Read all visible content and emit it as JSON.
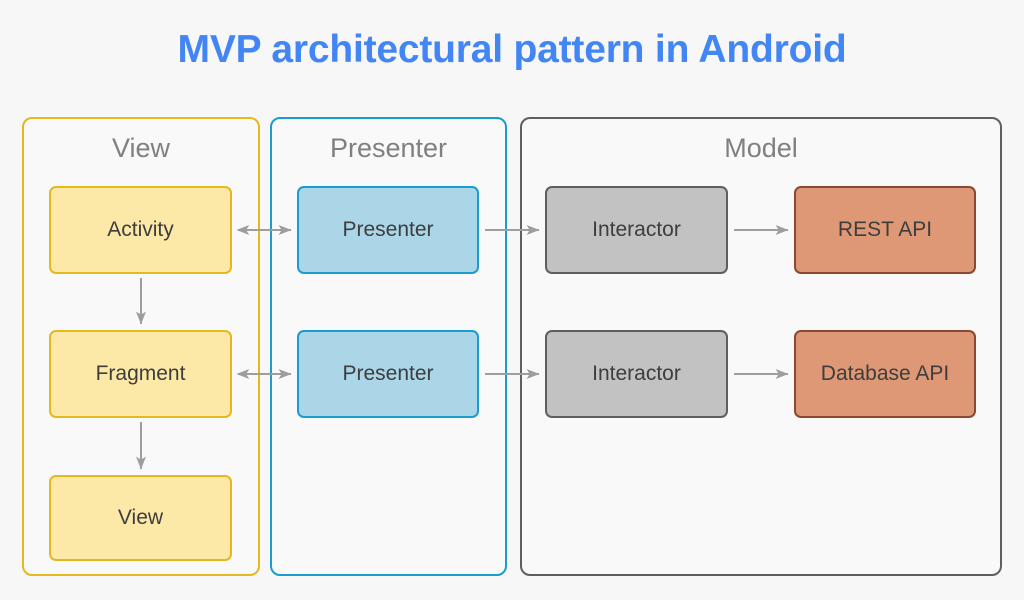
{
  "title": "MVP architectural pattern in Android",
  "colors": {
    "background": "#f7f7f7",
    "title_blue": "#4285f4",
    "header_gray": "#808080",
    "view_border": "#e6b820",
    "view_fill": "#fce9a8",
    "presenter_border": "#1b9cd0",
    "presenter_fill": "#abd6e8",
    "model_border": "#5f5f5f",
    "interactor_fill": "#c2c2c2",
    "interactor_border": "#5f5f5f",
    "api_fill": "#de9875",
    "api_border": "#8b4a30",
    "arrow_gray": "#9e9e9e",
    "node_text": "#3d3d3d"
  },
  "columns": [
    {
      "id": "view",
      "header": "View",
      "nodes": [
        {
          "id": "activity",
          "label": "Activity"
        },
        {
          "id": "fragment",
          "label": "Fragment"
        },
        {
          "id": "view",
          "label": "View"
        }
      ]
    },
    {
      "id": "presenter",
      "header": "Presenter",
      "nodes": [
        {
          "id": "presenter-1",
          "label": "Presenter"
        },
        {
          "id": "presenter-2",
          "label": "Presenter"
        }
      ]
    },
    {
      "id": "model",
      "header": "Model",
      "nodes": [
        {
          "id": "interactor-1",
          "label": "Interactor"
        },
        {
          "id": "interactor-2",
          "label": "Interactor"
        },
        {
          "id": "rest-api",
          "label": "REST API"
        },
        {
          "id": "database-api",
          "label": "Database API"
        }
      ]
    }
  ],
  "connections": [
    {
      "id": "activity-presenter",
      "from": "activity",
      "to": "presenter-1",
      "direction": "bidirectional"
    },
    {
      "id": "fragment-presenter",
      "from": "fragment",
      "to": "presenter-2",
      "direction": "bidirectional"
    },
    {
      "id": "presenter1-interactor1",
      "from": "presenter-1",
      "to": "interactor-1",
      "direction": "forward"
    },
    {
      "id": "presenter2-interactor2",
      "from": "presenter-2",
      "to": "interactor-2",
      "direction": "forward"
    },
    {
      "id": "interactor1-restapi",
      "from": "interactor-1",
      "to": "rest-api",
      "direction": "forward"
    },
    {
      "id": "interactor2-databaseapi",
      "from": "interactor-2",
      "to": "database-api",
      "direction": "forward"
    },
    {
      "id": "activity-fragment",
      "from": "activity",
      "to": "fragment",
      "direction": "forward"
    },
    {
      "id": "fragment-view",
      "from": "fragment",
      "to": "view",
      "direction": "forward"
    }
  ]
}
